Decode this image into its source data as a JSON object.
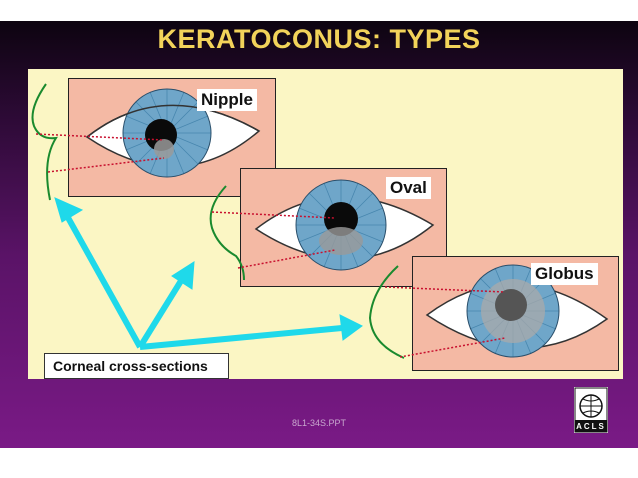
{
  "slide": {
    "title": "KERATOCONUS: TYPES",
    "footer": "8L1-34S.PPT",
    "caption": "Corneal cross-sections",
    "logo_text": "ACLS"
  },
  "eyes": [
    {
      "label": "Nipple"
    },
    {
      "label": "Oval"
    },
    {
      "label": "Globus"
    }
  ],
  "colors": {
    "title": "#f2d35a",
    "panel": "#fbf6c4",
    "eye_box": "#f4b9a4",
    "iris": "#6fa6c9",
    "arrow": "#1fd9ea",
    "profile_curve": "#1a8a2e",
    "dotted_line": "#c8102e",
    "background_gradient_end": "#7a1a86"
  }
}
